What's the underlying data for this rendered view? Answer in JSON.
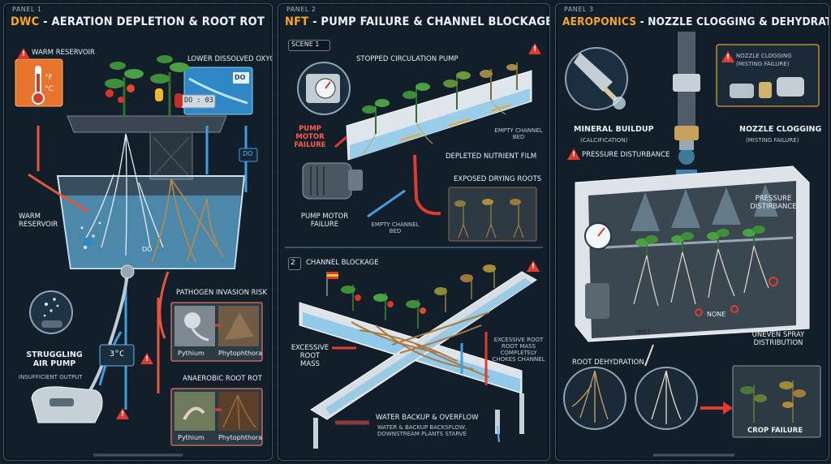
{
  "panels": [
    {
      "tag": "PANEL 1",
      "title_prefix": "DWC",
      "title_rest": " - AERATION DEPLETION & ROOT ROT",
      "labels": {
        "warm_reservoir_top": "WARM RESERVOIR",
        "temp_unit_f": "°F",
        "temp_unit_c": "°C",
        "lower_do": "LOWER DISSOLVED OXYGEN",
        "do_label_top": "DO",
        "do_readout": "DO : 03",
        "do_gauge_small": "DO",
        "warm_reservoir_side": "WARM RESERVOIR",
        "do_in_water": "DO",
        "pathogen_risk": "PATHOGEN INVASION RISK",
        "pythium_1": "Pythium",
        "phytophthora_1": "Phytophthora",
        "anaerobic": "ANAEROBIC ROOT ROT",
        "pythium_2": "Pythium",
        "phytophthora_2": "Phytophthora",
        "struggling_pump": "STRUGGLING AIR PUMP",
        "insufficient_output": "INSUFFICIENT OUTPUT",
        "meter_readout": "3°C"
      }
    },
    {
      "tag": "PANEL 2",
      "title_prefix": "NFT",
      "title_rest": " - PUMP FAILURE & CHANNEL BLOCKAGE",
      "labels": {
        "scene1": "SCENE 1",
        "stopped_pump": "STOPPED CIRCULATION PUMP",
        "pump_motor_failure_red": "PUMP MOTOR FAILURE",
        "empty_bed_right": "EMPTY CHANNEL BED",
        "depleted_film": "DEPLETED NUTRIENT FILM",
        "exposed_roots": "EXPOSED DRYING ROOTS",
        "pump_motor_failure": "PUMP MOTOR FAILURE",
        "empty_bed_bottom": "EMPTY CHANNEL BED",
        "scene2_num": "2",
        "channel_blockage": "CHANNEL BLOCKAGE",
        "excessive_root_mass": "EXCESSIVE ROOT MASS",
        "excessive_note": "EXCESSIVE ROOT ROOT MASS COMPLETELY CHOKES CHANNEL",
        "water_backup": "WATER BACKUP & OVERFLOW",
        "water_backup_sub": "WATER & BACKUP BACKSFLOW, DOWNSTREAM PLANTS STARVE"
      }
    },
    {
      "tag": "PANEL 3",
      "title_prefix": "AEROPONICS",
      "title_rest": " - NOZZLE CLOGGING & DEHYDRATION",
      "labels": {
        "nozzle_clogging_small": "NOZZLE CLOGGING",
        "misting_failure_small": "(MISTING FAILURE)",
        "mineral_buildup": "MINERAL BUILDUP",
        "calcification": "(CALCIFICATION)",
        "nozzle_clogging": "NOZZLE CLOGGING",
        "misting_failure": "(MISTING FAILURE)",
        "pressure_disturbance_left": "PRESSURE DISTURBANCE",
        "pressure_disturbance_right": "PRESSURE DISTIRBANCE",
        "mist": "MIST",
        "none": "NONE",
        "uneven_spray": "UNEVEN SPRAY DISTRIBUTION",
        "root_dehydration": "ROOT DEHYDRATION",
        "crop_failure": "CROP FAILURE"
      }
    }
  ],
  "colors": {
    "accent": "#f6a623",
    "alert": "#e23b2e",
    "water": "#5fb8e8",
    "panel_bg": "#121e2a",
    "leaf": "#3f8f3a",
    "root": "#b8894a"
  }
}
